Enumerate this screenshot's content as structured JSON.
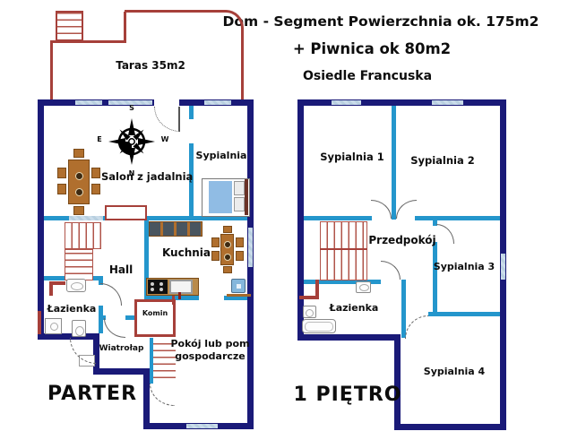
{
  "header": {
    "line1": "Dom - Segment Powierzchnia ok. 175m2",
    "line2": "+ Piwnica ok 80m2",
    "line3": "Osiedle Francuska"
  },
  "parter": {
    "floor_label": "PARTER",
    "terrace": "Taras 35m2",
    "rooms": {
      "salon": "Salon z jadalnią",
      "sypialnia": "Sypialnia",
      "kuchnia": "Kuchnia",
      "hall": "Hall",
      "lazienka": "Łazienka",
      "wiatrolap": "Wiatrołap",
      "komin": "Komin",
      "pokoj_line1": "Pokój lub pom",
      "pokoj_line2": "gospodarcze"
    },
    "compass": {
      "n": "N",
      "s": "S",
      "e": "E",
      "w": "W"
    }
  },
  "pietro": {
    "floor_label": "1 PIĘTRO",
    "rooms": {
      "sypialnia1": "Sypialnia 1",
      "sypialnia2": "Sypialnia 2",
      "przedpokoj": "Przedpokój",
      "sypialnia3": "Sypialnia 3",
      "lazienka": "Łazienka",
      "sypialnia4": "Sypialnia 4"
    }
  },
  "colors": {
    "wall": "#1a1a78",
    "partition": "#2496cc",
    "window_blue": "#b8cfdf",
    "terrace_red": "#a6403a",
    "stair_red": "#b0544a",
    "furniture_brown": "#b06f2e",
    "bed_blue": "#90bce4"
  }
}
